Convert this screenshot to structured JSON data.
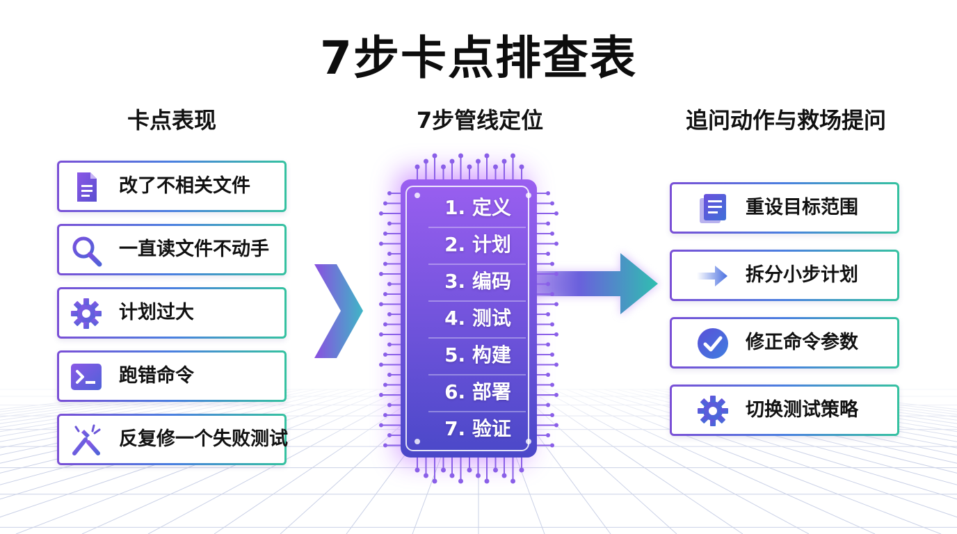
{
  "title": "7步卡点排查表",
  "columns": {
    "left": "卡点表现",
    "middle": "7步管线定位",
    "right": "追问动作与救场提问"
  },
  "symptoms": [
    {
      "label": "改了不相关文件",
      "icon": "document-icon"
    },
    {
      "label": "一直读文件不动手",
      "icon": "search-icon"
    },
    {
      "label": "计划过大",
      "icon": "gear-icon"
    },
    {
      "label": "跑错命令",
      "icon": "terminal-icon"
    },
    {
      "label": "反复修一个失败测试",
      "icon": "broken-tools-icon"
    }
  ],
  "pipeline": [
    "1. 定义",
    "2. 计划",
    "3. 编码",
    "4. 测试",
    "5. 构建",
    "6. 部署",
    "7. 验证"
  ],
  "actions": [
    {
      "label": "重设目标范围",
      "icon": "list-document-icon"
    },
    {
      "label": "拆分小步计划",
      "icon": "arrow-right-icon"
    },
    {
      "label": "修正命令参数",
      "icon": "check-circle-icon"
    },
    {
      "label": "切换测试策略",
      "icon": "gear-icon"
    }
  ],
  "colors": {
    "purple": "#7a4fd6",
    "blue": "#4a7fe0",
    "teal": "#35c2a0",
    "chip_top": "#9a5ff0",
    "chip_bottom": "#4a48c8"
  }
}
